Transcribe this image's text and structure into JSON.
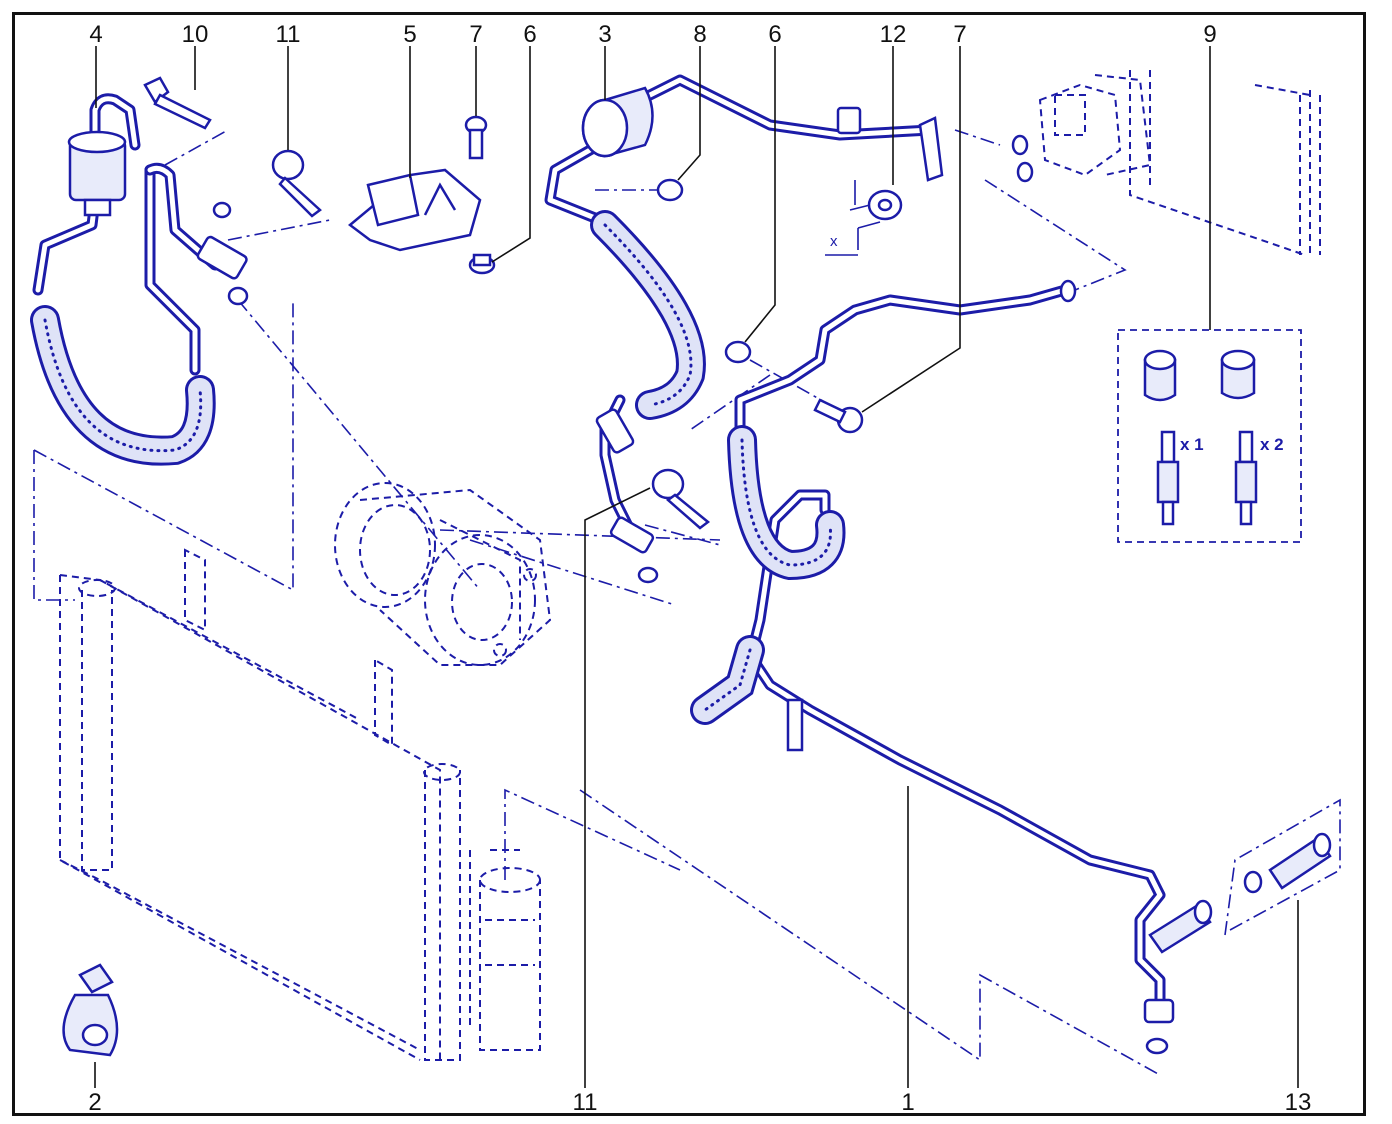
{
  "diagram": {
    "callouts": [
      {
        "id": "c4",
        "text": "4"
      },
      {
        "id": "c10",
        "text": "10"
      },
      {
        "id": "c11a",
        "text": "11"
      },
      {
        "id": "c5",
        "text": "5"
      },
      {
        "id": "c7a",
        "text": "7"
      },
      {
        "id": "c6a",
        "text": "6"
      },
      {
        "id": "c3",
        "text": "3"
      },
      {
        "id": "c8",
        "text": "8"
      },
      {
        "id": "c6b",
        "text": "6"
      },
      {
        "id": "c12",
        "text": "12"
      },
      {
        "id": "c7b",
        "text": "7"
      },
      {
        "id": "c9",
        "text": "9"
      },
      {
        "id": "c2",
        "text": "2"
      },
      {
        "id": "c11b",
        "text": "11"
      },
      {
        "id": "c1",
        "text": "1"
      },
      {
        "id": "c13",
        "text": "13"
      }
    ],
    "kit_notes": {
      "qty_one": "x 1",
      "qty_two": "x 2"
    },
    "dimension_label": "x",
    "colors": {
      "line_art": "#1c1ca8",
      "hose_fill": "#dfe3f7",
      "labels": "#111111",
      "border": "#111111"
    }
  }
}
